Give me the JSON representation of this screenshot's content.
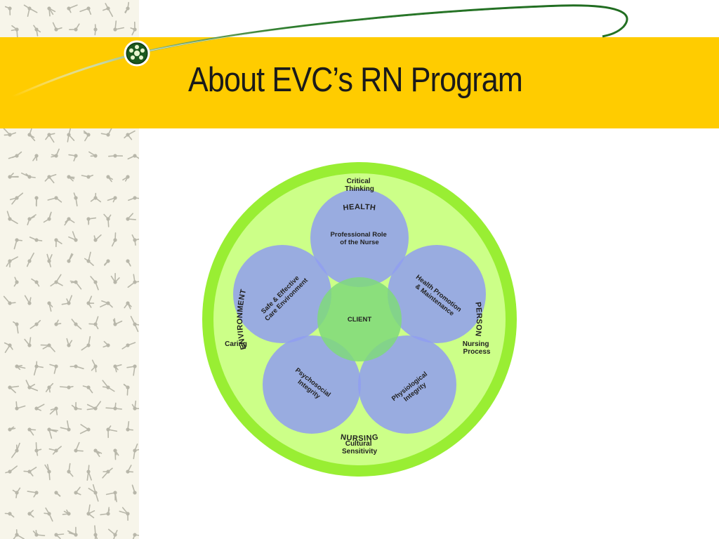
{
  "slide": {
    "title": "About EVC’s RN Program"
  },
  "colors": {
    "title_band": "#ffcc00",
    "sidebar_bg": "#f7f5ea",
    "sidebar_pattern": "#b8b7aa",
    "swoosh": "#1f6b1f",
    "outer_ring": "#99ee33",
    "inner_disc": "#ccff88",
    "petal": "#8f9ef0",
    "center": "#7fd97a"
  },
  "diagram": {
    "ring_labels": {
      "top": "HEALTH",
      "right": "PERSON",
      "bottom": "NURSING",
      "left": "ENVIRONMENT"
    },
    "inner_labels": {
      "top": [
        "Critical",
        "Thinking"
      ],
      "right": [
        "Nursing",
        "Process"
      ],
      "bottom": [
        "Cultural",
        "Sensitivity"
      ],
      "left": "Caring"
    },
    "petals": {
      "top": [
        "Professional Role",
        "of the Nurse"
      ],
      "upper_right": [
        "Health Promotion",
        "& Maintenance"
      ],
      "lower_right": [
        "Physiological",
        "Integrity"
      ],
      "lower_left": [
        "Psychosocial",
        "Integrity"
      ],
      "upper_left": [
        "Safe & Effective",
        "Care Environment"
      ]
    },
    "center_label": "CLIENT"
  }
}
